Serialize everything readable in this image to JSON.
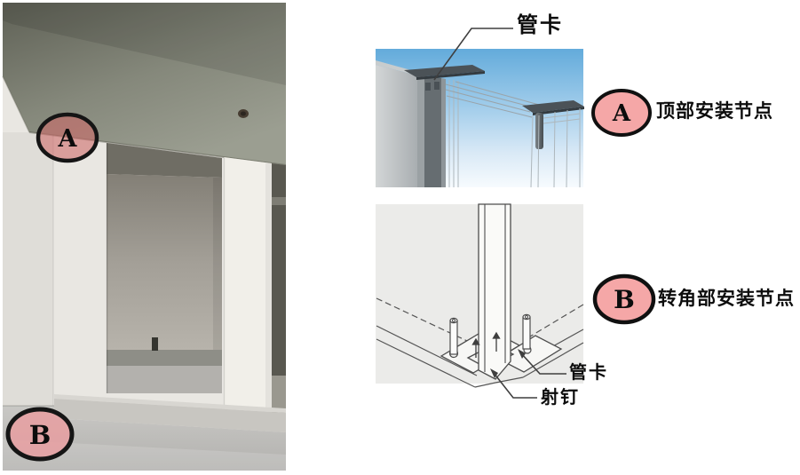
{
  "figure": {
    "photo": {
      "marker_a": "A",
      "marker_b": "B"
    },
    "top_diagram": {
      "clamp_label": "管卡",
      "legend_letter": "A",
      "legend_text": "顶部安装节点"
    },
    "bottom_diagram": {
      "clamp_label": "管卡",
      "nail_label": "射钉",
      "legend_letter": "B",
      "legend_text": "转角部安装节点"
    },
    "colors": {
      "marker_pink": "#f5a7a7",
      "marker_outline": "#111111",
      "sky_blue_top": "#63abdb",
      "diagram_grey": "#ebebe9",
      "line_grey": "#4d4d4d"
    }
  }
}
